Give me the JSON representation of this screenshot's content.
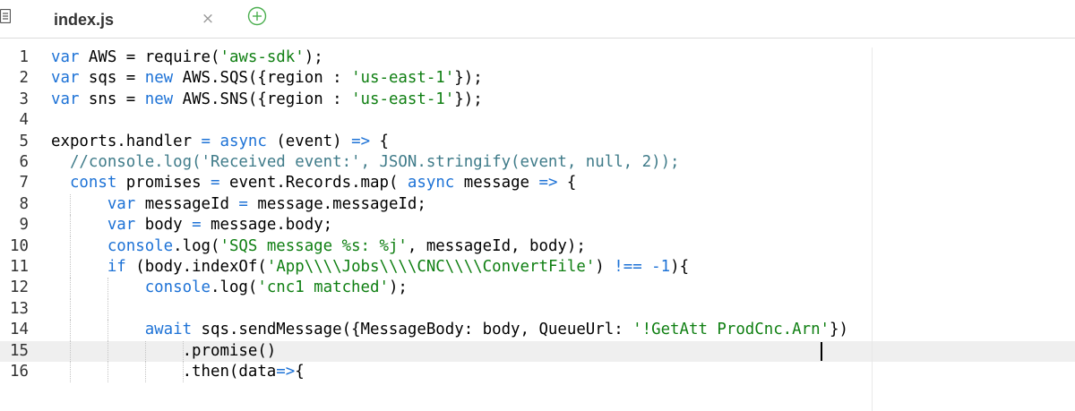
{
  "tab": {
    "title": "index.js",
    "close_glyph": "×"
  },
  "icons": {
    "file": "file-lines-icon",
    "close": "close-icon",
    "add": "plus-circle-icon"
  },
  "colors": {
    "keyword": "#1d72d6",
    "string": "#0f7f12",
    "comment": "#3f7b89",
    "add_button": "#4caf50"
  },
  "editor": {
    "line_numbers": [
      "1",
      "2",
      "3",
      "4",
      "5",
      "6",
      "7",
      "8",
      "9",
      "10",
      "11",
      "12",
      "13",
      "14",
      "15",
      "16"
    ],
    "active_line": 14,
    "lines": [
      [
        {
          "t": "var",
          "c": "kw"
        },
        {
          "t": " AWS = require("
        },
        {
          "t": "'aws-sdk'",
          "c": "str"
        },
        {
          "t": ");"
        }
      ],
      [
        {
          "t": "var",
          "c": "kw"
        },
        {
          "t": " sqs = "
        },
        {
          "t": "new",
          "c": "kw"
        },
        {
          "t": " AWS.SQS({region : "
        },
        {
          "t": "'us-east-1'",
          "c": "str"
        },
        {
          "t": "});"
        }
      ],
      [
        {
          "t": "var",
          "c": "kw"
        },
        {
          "t": " sns = "
        },
        {
          "t": "new",
          "c": "kw"
        },
        {
          "t": " AWS.SNS({region : "
        },
        {
          "t": "'us-east-1'",
          "c": "str"
        },
        {
          "t": "});"
        }
      ],
      [],
      [
        {
          "t": "exports.handler "
        },
        {
          "t": "=",
          "c": "kw"
        },
        {
          "t": " "
        },
        {
          "t": "async",
          "c": "kw"
        },
        {
          "t": " (event) "
        },
        {
          "t": "=>",
          "c": "kw"
        },
        {
          "t": " {"
        }
      ],
      [
        {
          "t": "  "
        },
        {
          "t": "//console.log('Received event:', JSON.stringify(event, null, 2));",
          "c": "cm"
        }
      ],
      [
        {
          "t": "  "
        },
        {
          "t": "const",
          "c": "kw"
        },
        {
          "t": " promises "
        },
        {
          "t": "=",
          "c": "kw"
        },
        {
          "t": " event.Records.map( "
        },
        {
          "t": "async",
          "c": "kw"
        },
        {
          "t": " message "
        },
        {
          "t": "=>",
          "c": "kw"
        },
        {
          "t": " {"
        }
      ],
      [
        {
          "t": "      "
        },
        {
          "t": "var",
          "c": "kw"
        },
        {
          "t": " messageId "
        },
        {
          "t": "=",
          "c": "kw"
        },
        {
          "t": " message.messageId;"
        }
      ],
      [
        {
          "t": "      "
        },
        {
          "t": "var",
          "c": "kw"
        },
        {
          "t": " body "
        },
        {
          "t": "=",
          "c": "kw"
        },
        {
          "t": " message.body;"
        }
      ],
      [
        {
          "t": "      "
        },
        {
          "t": "console",
          "c": "kw"
        },
        {
          "t": ".log("
        },
        {
          "t": "'SQS message %s: %j'",
          "c": "str"
        },
        {
          "t": ", messageId, body);"
        }
      ],
      [
        {
          "t": "      "
        },
        {
          "t": "if",
          "c": "kw"
        },
        {
          "t": " (body.indexOf("
        },
        {
          "t": "'App\\\\\\\\Jobs\\\\\\\\CNC\\\\\\\\ConvertFile'",
          "c": "str"
        },
        {
          "t": ") "
        },
        {
          "t": "!==",
          "c": "kw"
        },
        {
          "t": " "
        },
        {
          "t": "-1",
          "c": "num"
        },
        {
          "t": "){"
        }
      ],
      [
        {
          "t": "          "
        },
        {
          "t": "console",
          "c": "kw"
        },
        {
          "t": ".log("
        },
        {
          "t": "'cnc1 matched'",
          "c": "str"
        },
        {
          "t": ");"
        }
      ],
      [],
      [
        {
          "t": "          "
        },
        {
          "t": "await",
          "c": "kw"
        },
        {
          "t": " sqs.sendMessage({MessageBody: body, QueueUrl: "
        },
        {
          "t": "'!GetAtt ProdCnc.Arn'",
          "c": "str"
        },
        {
          "t": "})"
        }
      ],
      [
        {
          "t": "              .promise()"
        }
      ],
      [
        {
          "t": "              .then(data"
        },
        {
          "t": "=>",
          "c": "kw"
        },
        {
          "t": "{"
        }
      ]
    ]
  }
}
